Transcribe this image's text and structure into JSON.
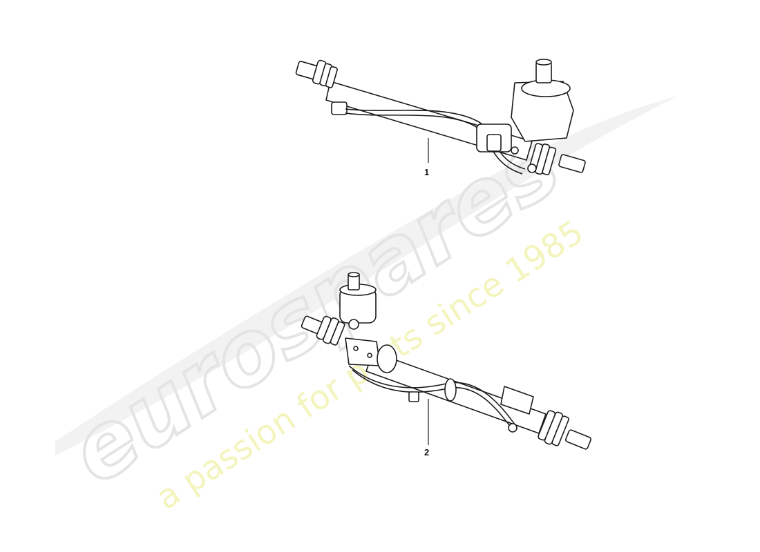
{
  "diagram": {
    "callouts": [
      {
        "label": "1",
        "part": "steering rack (upper)"
      },
      {
        "label": "2",
        "part": "steering rack (lower)"
      }
    ]
  },
  "watermark": {
    "brand": "eurospares",
    "tagline": "a passion for parts since 1985",
    "brand_color": "#e9e9e9",
    "tagline_color": "#f3f3b0"
  }
}
